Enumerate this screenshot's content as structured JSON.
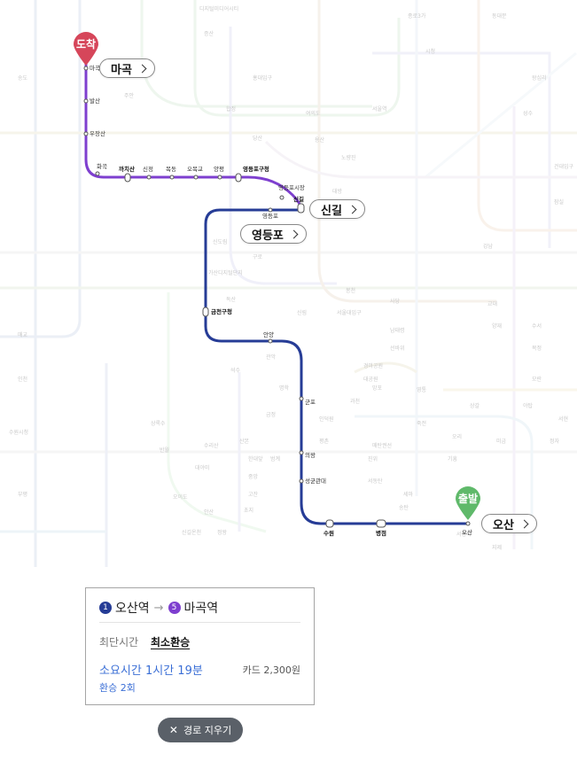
{
  "map": {
    "arrival_pin": "도착",
    "departure_pin": "출발",
    "callouts": {
      "magok": "마곡",
      "singil": "신길",
      "yeongdeungpo": "영등포",
      "osan": "오산"
    },
    "route_stations": [
      "마곡",
      "발산",
      "우장산",
      "화곡",
      "까치산",
      "신정",
      "목동",
      "오목교",
      "양평",
      "영등포구청",
      "영등포시장",
      "신길",
      "영등포",
      "금천구청",
      "안양",
      "군포",
      "의왕",
      "성균관대",
      "수원",
      "병점",
      "오산"
    ],
    "background_labels": [
      "디지털미디어시티",
      "증산",
      "홍대입구",
      "합정",
      "당산",
      "여의도",
      "노량진",
      "대방",
      "신도림",
      "구로",
      "가산디지털단지",
      "독산",
      "석수",
      "관악",
      "명학",
      "금정",
      "사당",
      "서울대입구",
      "신림",
      "봉천",
      "남태령",
      "선바위",
      "경마공원",
      "대공원",
      "과천",
      "인덕원",
      "평촌",
      "범계",
      "산본",
      "수리산",
      "대야미",
      "반월",
      "상록수",
      "한대앞",
      "중앙",
      "고잔",
      "초지",
      "안산",
      "신길온천",
      "정왕",
      "오이도",
      "세마",
      "서동탄",
      "진위",
      "송탄",
      "서정리",
      "지제",
      "용산",
      "서울역",
      "시청",
      "종로3가",
      "동대문",
      "왕십리",
      "성수",
      "건대입구",
      "잠실",
      "강남",
      "교대",
      "양재",
      "수서",
      "복정",
      "모란",
      "야탑",
      "서현",
      "정자",
      "미금",
      "오리",
      "죽전",
      "기흥",
      "상갈",
      "영통",
      "망포",
      "매탄권선",
      "수원시청",
      "매교",
      "인천",
      "부평",
      "주안",
      "송도",
      "김포공항",
      "계양"
    ],
    "colors": {
      "line1": "#263c96",
      "line5": "#7e3fcf",
      "arrival": "#d6465a",
      "departure": "#5fb96a"
    }
  },
  "card": {
    "from_line": "1",
    "from_station": "오산역",
    "arrow": "→",
    "to_line": "5",
    "to_station": "마곡역",
    "tab_fastest": "최단시간",
    "tab_min_transfer": "최소환승",
    "duration": "소요시간 1시간 19분",
    "fare": "카드 2,300원",
    "transfers": "환승 2회"
  },
  "clear_button": {
    "label": "경로 지우기"
  }
}
